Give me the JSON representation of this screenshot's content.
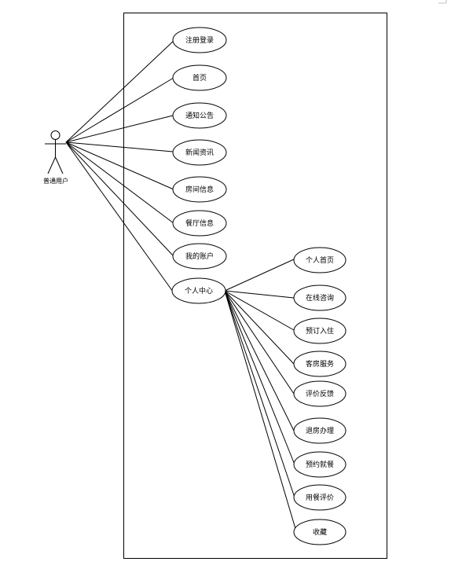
{
  "actor": {
    "label": "普通用户"
  },
  "use_cases": [
    {
      "id": "register-login",
      "label": "注册登录"
    },
    {
      "id": "home",
      "label": "首页"
    },
    {
      "id": "notice",
      "label": "通知公告"
    },
    {
      "id": "news",
      "label": "新闻资讯"
    },
    {
      "id": "room-info",
      "label": "房间信息"
    },
    {
      "id": "restaurant-info",
      "label": "餐厅信息"
    },
    {
      "id": "my-account",
      "label": "我的账户"
    },
    {
      "id": "personal-center",
      "label": "个人中心"
    }
  ],
  "sub_use_cases": [
    {
      "id": "personal-home",
      "label": "个人首页"
    },
    {
      "id": "online-consult",
      "label": "在线咨询"
    },
    {
      "id": "book-checkin",
      "label": "预订入住"
    },
    {
      "id": "room-service",
      "label": "客房服务"
    },
    {
      "id": "feedback",
      "label": "评价反馈"
    },
    {
      "id": "checkout",
      "label": "退房办理"
    },
    {
      "id": "reserve-meal",
      "label": "预约就餐"
    },
    {
      "id": "dining-review",
      "label": "用餐评价"
    },
    {
      "id": "favorites",
      "label": "收藏"
    }
  ]
}
